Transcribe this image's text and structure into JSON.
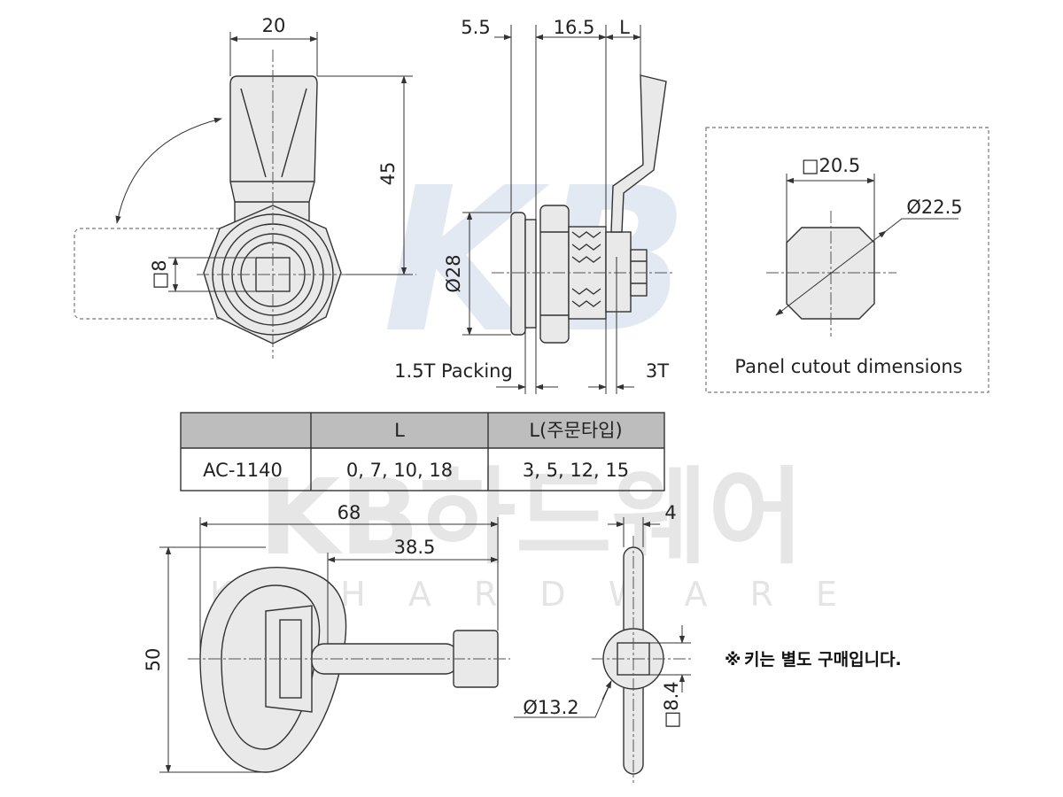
{
  "watermark": {
    "logo": "KB",
    "brand_korean": "KB하드웨어",
    "brand_english": "K B  H A R D W A R E",
    "colors": {
      "logo": "#7f9ec9",
      "text": "#c4c4c4"
    }
  },
  "lock_front": {
    "width": "20",
    "height": "45",
    "square_drive": "□8"
  },
  "lock_side": {
    "offset": "5.5",
    "body": "16.5",
    "variable": "L",
    "diameter": "Ø28",
    "packing": "1.5T Packing",
    "panel": "3T"
  },
  "panel_cutout": {
    "square": "□20.5",
    "diameter": "Ø22.5",
    "caption": "Panel cutout dimensions"
  },
  "spec_table": {
    "headers": [
      "",
      "L",
      "L(주문타입)"
    ],
    "rows": [
      [
        "AC-1140",
        "0, 7, 10, 18",
        "3, 5, 12, 15"
      ]
    ]
  },
  "key_front": {
    "length": "68",
    "shaft": "38.5",
    "height": "50"
  },
  "key_side": {
    "thickness": "4",
    "boss_diameter": "Ø13.2",
    "square_hole": "□8.4"
  },
  "note": {
    "symbol": "※",
    "text": "키는 별도 구매입니다."
  }
}
